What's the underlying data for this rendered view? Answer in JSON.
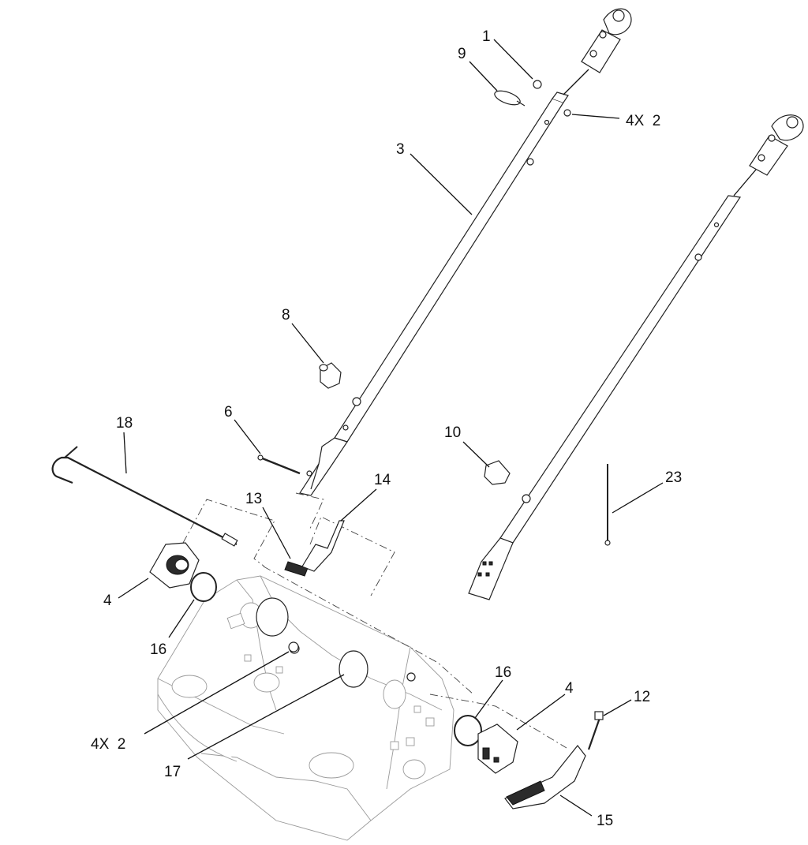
{
  "callouts": {
    "c1": "1",
    "c9": "9",
    "c4x2_top": "4X  2",
    "c3": "3",
    "c8": "8",
    "c6": "6",
    "c18": "18",
    "c10": "10",
    "c14": "14",
    "c13": "13",
    "c23": "23",
    "c4_left": "4",
    "c16_left": "16",
    "c16_right": "16",
    "c4_right": "4",
    "c12": "12",
    "c4x2_bottom": "4X  2",
    "c17": "17",
    "c15": "15"
  }
}
